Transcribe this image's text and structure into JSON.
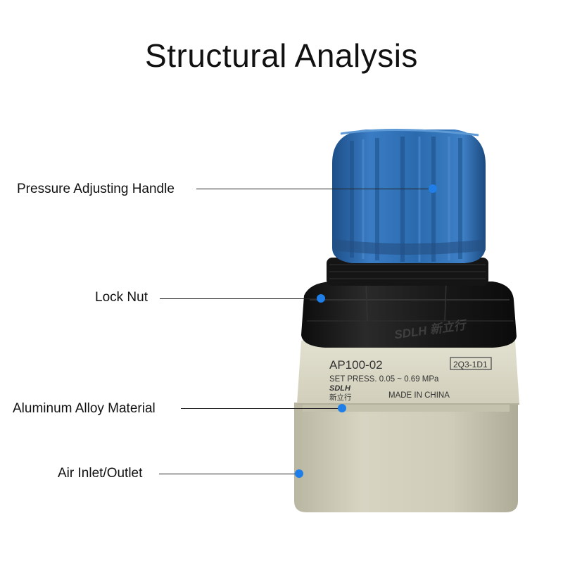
{
  "title": "Structural Analysis",
  "callouts": [
    {
      "label": "Pressure Adjusting Handle"
    },
    {
      "label": "Lock Nut"
    },
    {
      "label": "Aluminum Alloy Material"
    },
    {
      "label": "Air Inlet/Outlet"
    }
  ],
  "product": {
    "model": "AP100-02",
    "code": "2Q3-1D1",
    "set_press": "SET PRESS. 0.05 ~ 0.69 MPa",
    "brand": "SDLH",
    "brand_cn": "新立行",
    "made_in": "MADE IN CHINA",
    "nut_brand": "SDLH 新立行"
  },
  "colors": {
    "dot": "#1f7ee8",
    "knob": "#2f6fb5",
    "nut": "#1a1a1a",
    "body": "#cfcdb8"
  }
}
